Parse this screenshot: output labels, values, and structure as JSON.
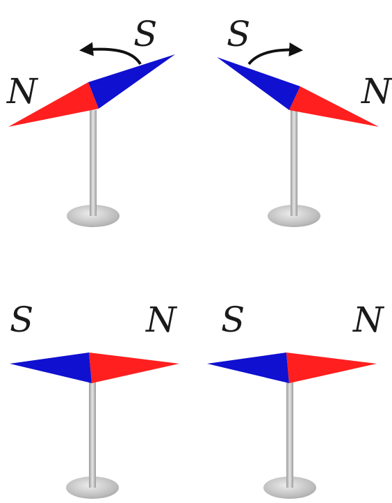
{
  "needles": [
    {
      "id": "top-left",
      "state": "deflected",
      "labels": {
        "near_tip": "N",
        "far_tip": "S"
      },
      "arrow_icon": "curved-arrow-left",
      "colors": {
        "north": "#ff1f1f",
        "south": "#1010d0"
      }
    },
    {
      "id": "top-right",
      "state": "deflected",
      "labels": {
        "near_tip": "N",
        "far_tip": "S"
      },
      "arrow_icon": "curved-arrow-right",
      "colors": {
        "north": "#ff1f1f",
        "south": "#1010d0"
      }
    },
    {
      "id": "bottom-left",
      "state": "aligned",
      "labels": {
        "left": "S",
        "right": "N"
      },
      "colors": {
        "north": "#ff1f1f",
        "south": "#1010d0"
      }
    },
    {
      "id": "bottom-right",
      "state": "aligned",
      "labels": {
        "left": "S",
        "right": "N"
      },
      "colors": {
        "north": "#ff1f1f",
        "south": "#1010d0"
      }
    }
  ]
}
